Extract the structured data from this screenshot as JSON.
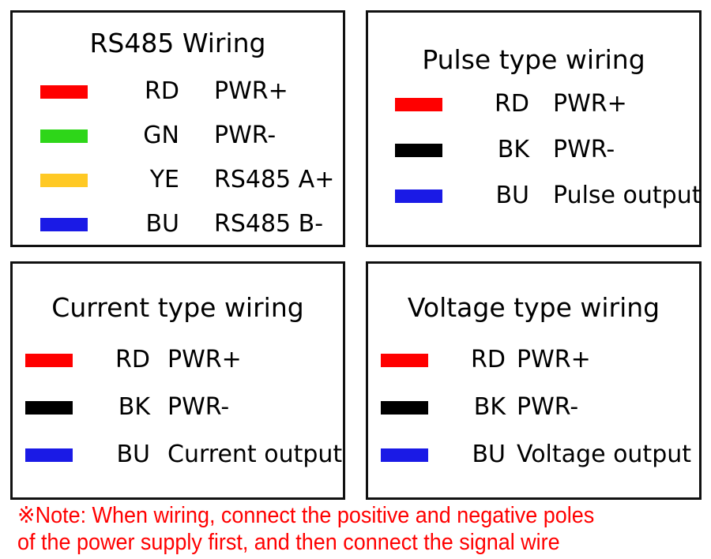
{
  "colors": {
    "red": "#ff0000",
    "green": "#2ed619",
    "yellow": "#ffc924",
    "blue": "#1a1ae6",
    "black": "#000000",
    "border": "#111111",
    "note_red": "#ff0000"
  },
  "panels": [
    {
      "id": "rs485",
      "title": "RS485 Wiring",
      "rows": [
        {
          "color": "#ff0000",
          "color_name": "red",
          "code": "RD",
          "desc": "PWR+"
        },
        {
          "color": "#2ed619",
          "color_name": "green",
          "code": "GN",
          "desc": "PWR-"
        },
        {
          "color": "#ffc924",
          "color_name": "yellow",
          "code": "YE",
          "desc": "RS485 A+"
        },
        {
          "color": "#1a1ae6",
          "color_name": "blue",
          "code": "BU",
          "desc": "RS485 B-"
        }
      ]
    },
    {
      "id": "pulse",
      "title": "Pulse type wiring",
      "rows": [
        {
          "color": "#ff0000",
          "color_name": "red",
          "code": "RD",
          "desc": "PWR+"
        },
        {
          "color": "#000000",
          "color_name": "black",
          "code": "BK",
          "desc": "PWR-"
        },
        {
          "color": "#1a1ae6",
          "color_name": "blue",
          "code": "BU",
          "desc": "Pulse output"
        }
      ]
    },
    {
      "id": "current",
      "title": "Current type wiring",
      "rows": [
        {
          "color": "#ff0000",
          "color_name": "red",
          "code": "RD",
          "desc": "PWR+"
        },
        {
          "color": "#000000",
          "color_name": "black",
          "code": "BK",
          "desc": "PWR-"
        },
        {
          "color": "#1a1ae6",
          "color_name": "blue",
          "code": "BU",
          "desc": "Current output"
        }
      ]
    },
    {
      "id": "voltage",
      "title": "Voltage type wiring",
      "rows": [
        {
          "color": "#ff0000",
          "color_name": "red",
          "code": "RD",
          "desc": "PWR+"
        },
        {
          "color": "#000000",
          "color_name": "black",
          "code": "BK",
          "desc": "PWR-"
        },
        {
          "color": "#1a1ae6",
          "color_name": "blue",
          "code": "BU",
          "desc": "Voltage output"
        }
      ]
    }
  ],
  "note": {
    "line1": "※Note: When wiring, connect the positive and negative poles",
    "line2": "of the power supply first, and then connect the signal wire"
  }
}
